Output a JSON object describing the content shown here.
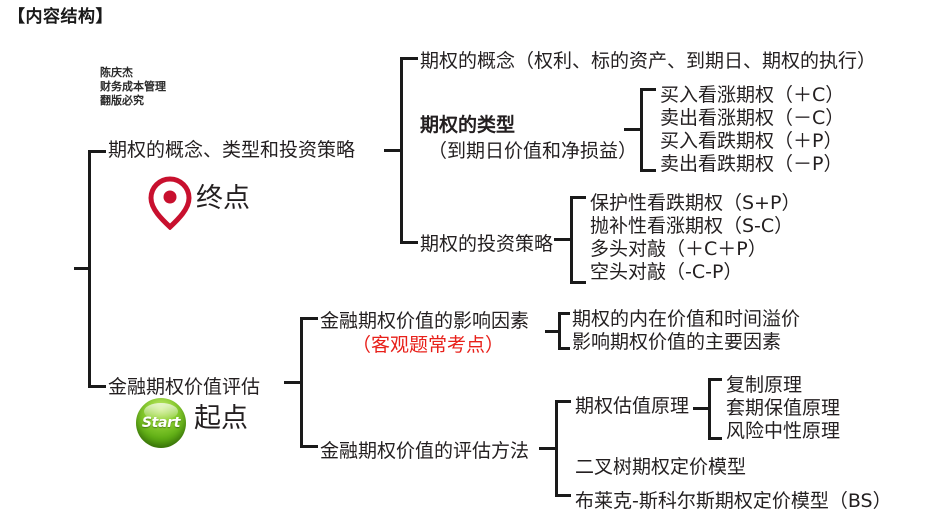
{
  "page": {
    "title": "【内容结构】"
  },
  "watermark": {
    "line1": "陈庆杰",
    "line2": "财务成本管理",
    "line3": "翻版必究"
  },
  "markers": {
    "end": {
      "icon": "map-pin-icon",
      "label": "终点",
      "color": "#c8102e"
    },
    "start": {
      "icon": "start-badge-icon",
      "badge_text": "Start",
      "label": "起点",
      "color": "#6cb42c"
    }
  },
  "colors": {
    "text": "#231f20",
    "line": "#1a1a1a",
    "highlight_red": "#e8201a",
    "end_marker": "#c8102e",
    "start_marker": "#6cb42c"
  },
  "tree": {
    "branch1": {
      "label": "期权的概念、类型和投资策略",
      "children": {
        "concept": {
          "label": "期权的概念（权利、标的资产、到期日、期权的执行）"
        },
        "types": {
          "label": "期权的类型",
          "sublabel": "（到期日价值和净损益）",
          "items": [
            "买入看涨期权（＋C）",
            "卖出看涨期权（－C）",
            "买入看跌期权（＋P）",
            "卖出看跌期权（－P）"
          ]
        },
        "strategies": {
          "label": "期权的投资策略",
          "items": [
            "保护性看跌期权（S+P）",
            "抛补性看涨期权（S-C）",
            "多头对敲（＋C＋P）",
            "空头对敲（-C-P）"
          ]
        }
      }
    },
    "branch2": {
      "label": "金融期权价值评估",
      "children": {
        "factors": {
          "label": "金融期权价值的影响因素",
          "note": "（客观题常考点）",
          "items": [
            "期权的内在价值和时间溢价",
            "影响期权价值的主要因素"
          ]
        },
        "methods": {
          "label": "金融期权价值的评估方法",
          "items": [
            {
              "label": "期权估值原理",
              "subitems": [
                "复制原理",
                "套期保值原理",
                "风险中性原理"
              ]
            },
            {
              "label": "二叉树期权定价模型",
              "subitems": []
            },
            {
              "label": "布莱克-斯科尔斯期权定价模型（BS）",
              "subitems": []
            }
          ]
        }
      }
    }
  }
}
